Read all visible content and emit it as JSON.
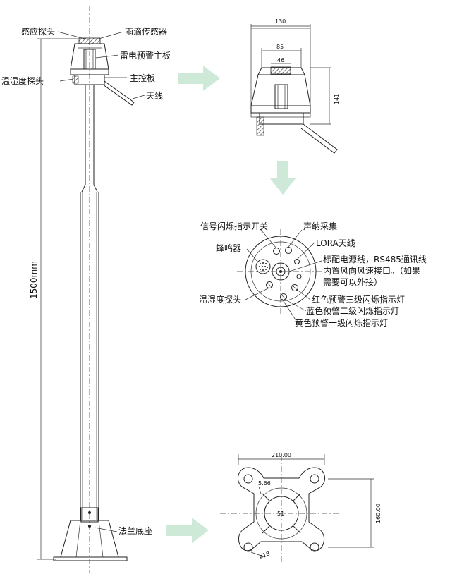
{
  "pole_labels": {
    "sensor_probe": "感应探头",
    "rain_sensor": "雨滴传感器",
    "lightning_board": "雷电预警主板",
    "temp_humidity_probe": "温湿度探头",
    "control_board": "主控板",
    "antenna": "天线",
    "height": "1500mm",
    "flange_base": "法兰底座"
  },
  "head_dims": {
    "width_130": "130",
    "width_85": "85",
    "width_46": "46",
    "height_141": "141"
  },
  "bottom_view_labels": {
    "signal_switch": "信号闪烁指示开关",
    "sonar": "声纳采集",
    "buzzer": "蜂鸣器",
    "lora": "LORA天线",
    "cable_note_1": "标配电源线，RS485通讯线",
    "cable_note_2": "内置风向风速接口。（如果",
    "cable_note_3": "需要可以外接）",
    "temp_humidity_probe": "温湿度探头",
    "red_light": "红色预警三级闪烁指示灯",
    "blue_light": "蓝色预警二级闪烁指示灯",
    "yellow_light": "黄色预警一级闪烁指示灯"
  },
  "flange_dims": {
    "width_210": "210.00",
    "height_160": "160.00",
    "slot_566": "5.66",
    "hole_18": "ø18",
    "center_51": "51"
  },
  "colors": {
    "arrow": "#cfe9d8",
    "line": "#222222",
    "hatch": "#444444"
  }
}
